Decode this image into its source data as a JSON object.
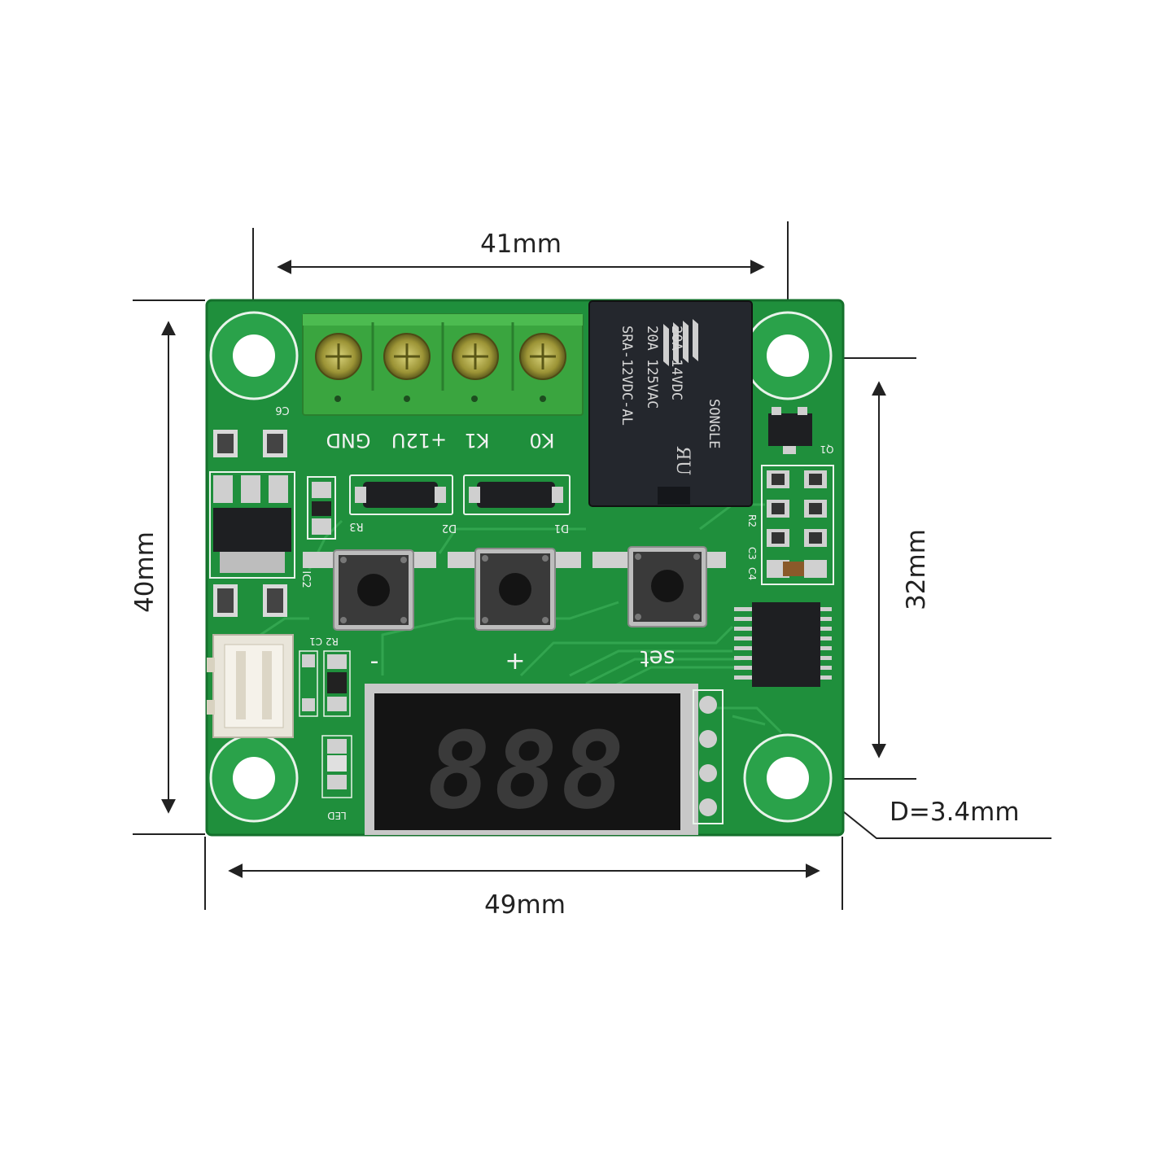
{
  "dimensions": {
    "top_width": "41mm",
    "bottom_width": "49mm",
    "left_height": "40mm",
    "right_height": "32mm",
    "hole_diameter": "D=3.4mm"
  },
  "board": {
    "terminal_labels": [
      "K0",
      "K1",
      "+12U",
      "GND"
    ],
    "relay": {
      "brand": "SONGLE",
      "line1": "20A  14VDC",
      "line2": "20A  125VAC",
      "model": "SRA-12VDC-AL"
    },
    "button_labels": [
      "-",
      "+",
      "set"
    ],
    "designators": {
      "c6": "C6",
      "r3": "R3",
      "d2": "D2",
      "d1": "D1",
      "q1": "Q1",
      "r2": "R2",
      "c3": "C3",
      "c4": "C4",
      "ic2": "IC2",
      "r2c1": "R2  C1",
      "led": "LED"
    },
    "display_value": "888"
  },
  "colors": {
    "pcb": "#1f8f3c",
    "pcb_edge": "#15702c",
    "terminal": "#3aa53f",
    "relay": "#24272d",
    "display": "#141414",
    "segment": "#3a3a3a"
  }
}
